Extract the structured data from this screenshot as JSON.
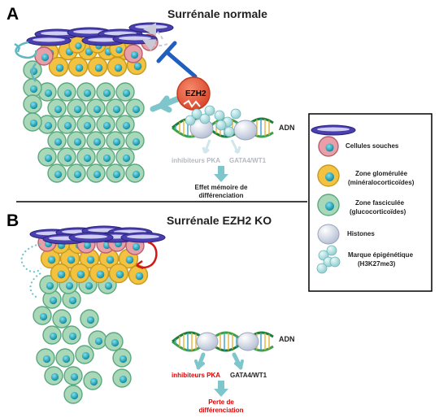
{
  "panel_a": {
    "letter": "A",
    "title": "Surrénale normale",
    "enzyme": "EZH2",
    "dna": "ADN",
    "target_1": "inhibiteurs PKA",
    "target_2": "GATA4/WT1",
    "outcome_line1": "Effet mémoire de",
    "outcome_line2": "différenciation"
  },
  "panel_b": {
    "letter": "B",
    "title": "Surrénale EZH2 KO",
    "dna": "ADN",
    "target_1": "inhibiteurs PKA",
    "target_2": "GATA4/WT1",
    "outcome_line1": "Perte de",
    "outcome_line2": "différenciation"
  },
  "legend": {
    "items": [
      {
        "label_1": "Cellules souches",
        "label_2": ""
      },
      {
        "label_1": "Zone glomérulée",
        "label_2": "(minéralocorticoïdes)"
      },
      {
        "label_1": "Zone fasciculée",
        "label_2": "(glucocorticoïdes)"
      },
      {
        "label_1": "Histones",
        "label_2": ""
      },
      {
        "label_1": "Marque épigénétique",
        "label_2": "(H3K27me3)"
      }
    ]
  },
  "colors": {
    "stem": "#e8a0a8",
    "glomerulosa": "#f2c240",
    "fasciculata": "#a9d8b8",
    "nucleus": "#1aa3b8",
    "histone": "#d4dbe8",
    "ezh2": "#e65a3c",
    "inhibition": "#1f5fbf",
    "loss_text": "#e00000",
    "arrow": "#7ec6cc"
  }
}
